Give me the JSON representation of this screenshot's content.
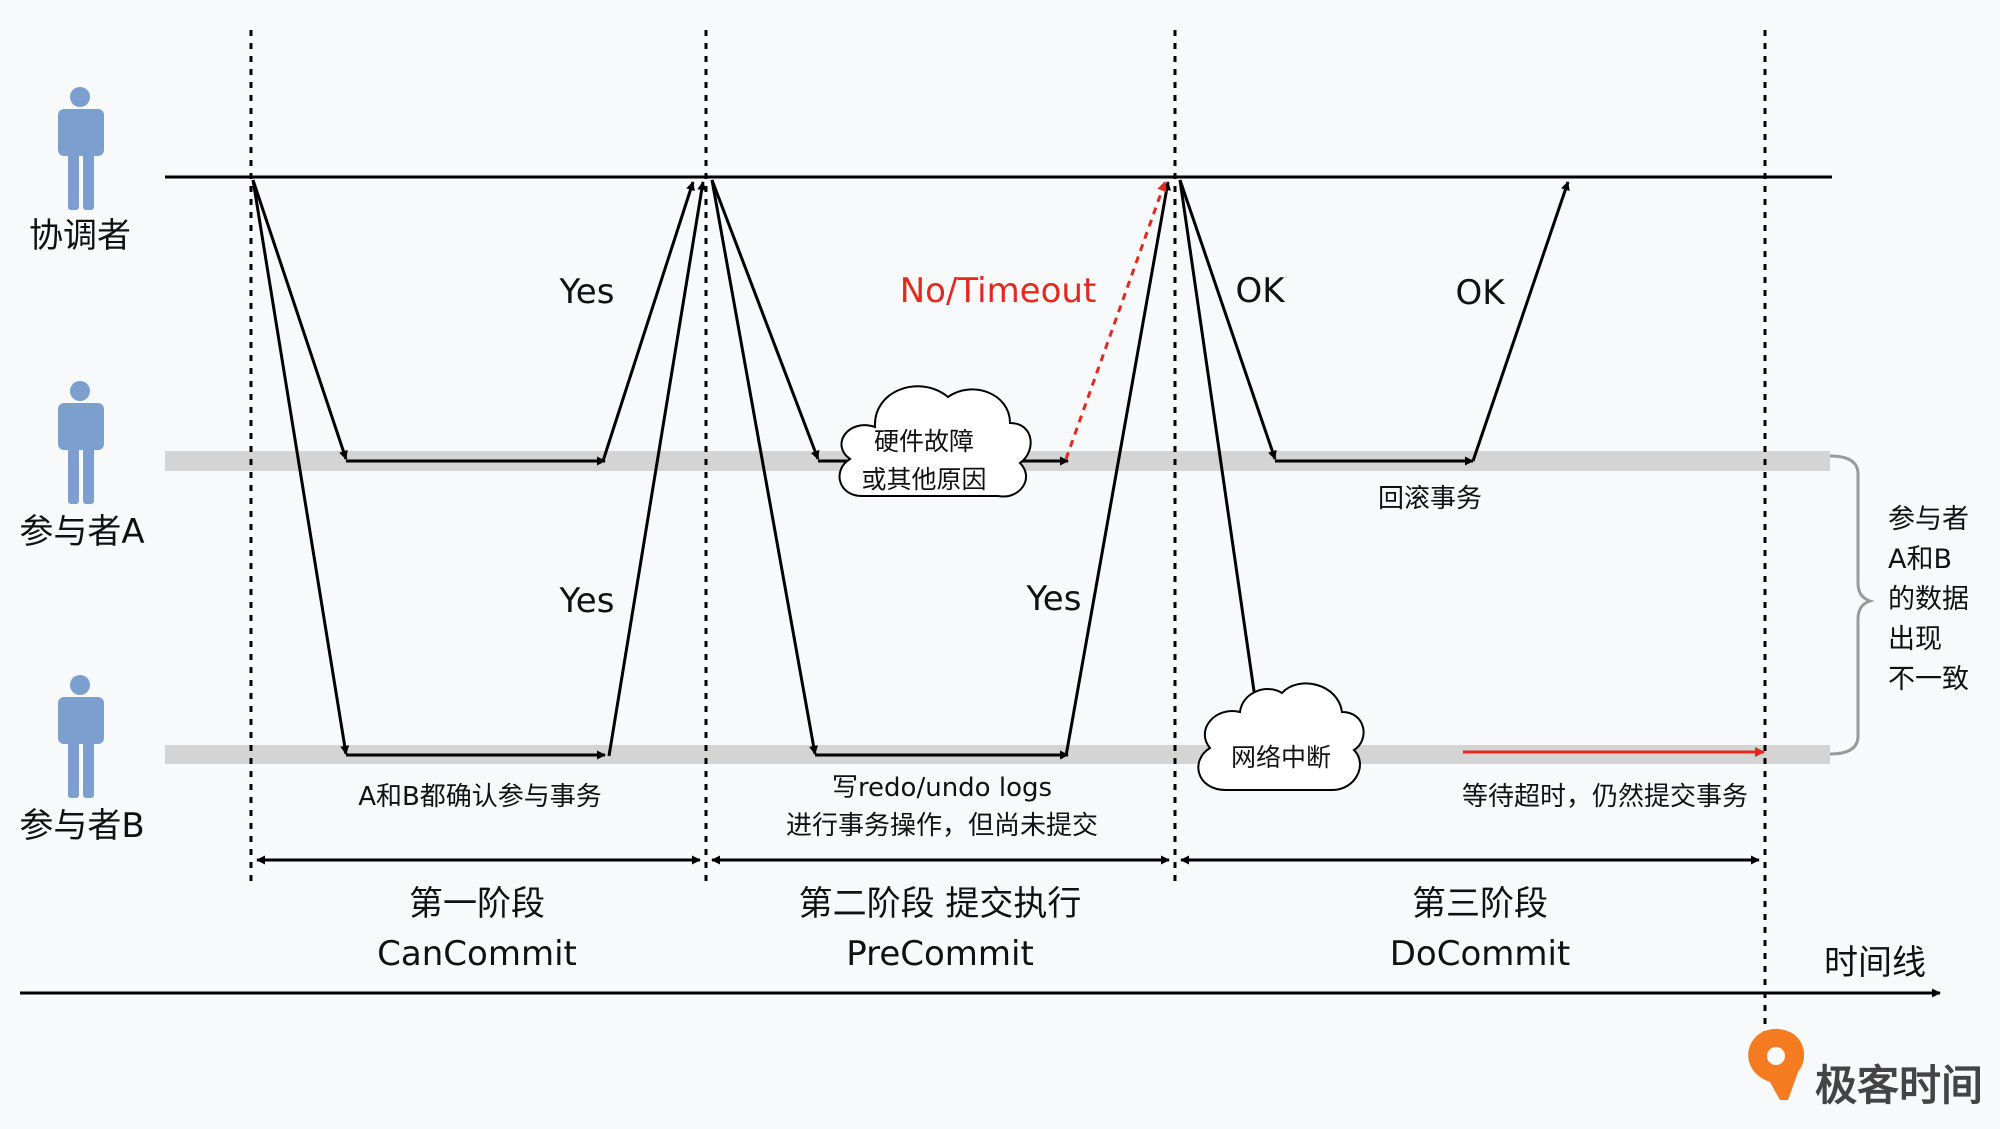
{
  "colors": {
    "background": "#f7f9fb",
    "line": "#000000",
    "participant_band": "#d4d4d4",
    "person_icon": "#7c9fd0",
    "failure": "#e3281e",
    "brace": "#9a9a9a",
    "logo_orange": "#f47b20",
    "logo_text": "#444444"
  },
  "actors": {
    "coordinator": "协调者",
    "participant_a": "参与者A",
    "participant_b": "参与者B"
  },
  "phase1": {
    "reply_a": "Yes",
    "reply_b": "Yes",
    "note": "A和B都确认参与事务",
    "title": "第一阶段",
    "name": "CanCommit"
  },
  "phase2": {
    "reply_a": "No/Timeout",
    "reply_b": "Yes",
    "cloud_line1": "硬件故障",
    "cloud_line2": "或其他原因",
    "note_line1": "写redo/undo logs",
    "note_line2": "进行事务操作，但尚未提交",
    "title": "第二阶段 提交执行",
    "name": "PreCommit"
  },
  "phase3": {
    "command_label": "OK",
    "reply_a": "OK",
    "note_a": "回滚事务",
    "cloud": "网络中断",
    "note_b": "等待超时，仍然提交事务",
    "title": "第三阶段",
    "name": "DoCommit"
  },
  "outcome": {
    "lines": [
      "参与者",
      "A和B",
      "的数据",
      "出现",
      "不一致"
    ]
  },
  "timeline_label": "时间线",
  "logo_text": "极客时间",
  "icons": [
    "person-icon",
    "cloud-icon",
    "geek-time-logo-icon"
  ]
}
